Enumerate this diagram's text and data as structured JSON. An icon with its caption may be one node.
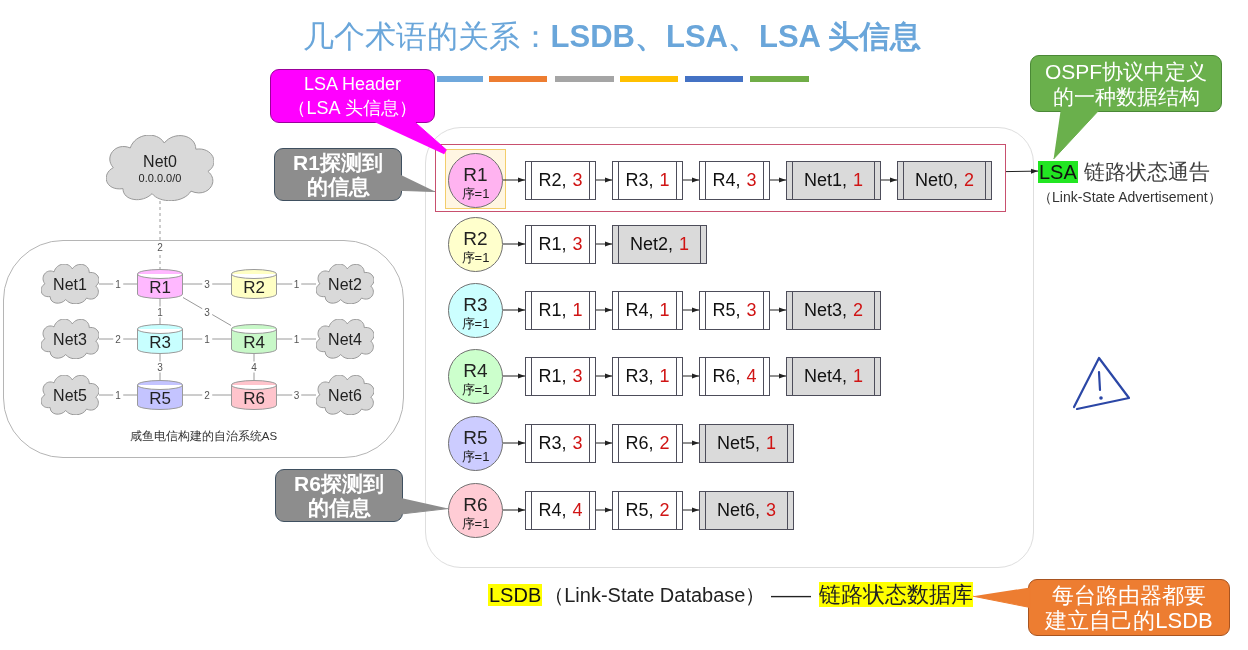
{
  "diagram": {
    "title": "几个术语的关系：**LSDB、LSA、LSA 头信息**",
    "nodes": [
      {
        "text": [
          "LSA Header",
          "（LSA 头信息）"
        ]
      },
      {
        "text": [
          "OSPF协议中定义的一种数据结构"
        ]
      },
      {
        "text": [
          "Net0",
          "0.0.0.0/0"
        ]
      },
      {
        "text": [
          "咸鱼电信构建的自治系统AS"
        ]
      },
      {
        "text": [
          "Net1"
        ],
        "in": 3
      },
      {
        "text": [
          "R1"
        ],
        "in": 3
      },
      {
        "text": [
          "R2"
        ],
        "in": 3
      },
      {
        "text": [
          "Net2"
        ],
        "in": 3
      },
      {
        "text": [
          "Net3"
        ],
        "in": 3
      },
      {
        "text": [
          "R3"
        ],
        "in": 3
      },
      {
        "text": [
          "R4"
        ],
        "in": 3
      },
      {
        "text": [
          "Net4"
        ],
        "in": 3
      },
      {
        "text": [
          "Net5"
        ],
        "in": 3
      },
      {
        "text": [
          "R5"
        ],
        "in": 3
      },
      {
        "text": [
          "R6"
        ],
        "in": 3
      },
      {
        "text": [
          "Net6"
        ],
        "in": 3
      },
      {
        "text": [
          "R1探测到的信息"
        ]
      },
      {
        "text": [
          "R6探测到的信息"
        ]
      },
      {
        "text": [],
        "shape": "box"
      },
      {
        "text": [],
        "shape": "box",
        "in": 18
      },
      {
        "text": [],
        "shape": "box",
        "in": 19
      },
      {
        "text": [
          "R1",
          "序=1"
        ],
        "in": 20
      },
      {
        "text": [
          "R2,",
          "3"
        ],
        "in": 19
      },
      {
        "text": [
          "R3,",
          "1"
        ],
        "in": 19
      },
      {
        "text": [
          "R4,",
          "3"
        ],
        "in": 19
      },
      {
        "text": [
          "Net1,",
          "1"
        ],
        "in": 19
      },
      {
        "text": [
          "Net0,",
          "2"
        ],
        "in": 19
      },
      {
        "text": [
          "R2",
          "序=1"
        ],
        "in": 18
      },
      {
        "text": [
          "R1,",
          "3"
        ],
        "in": 18
      },
      {
        "text": [
          "Net2,",
          "1"
        ],
        "in": 18
      },
      {
        "text": [
          "R3",
          "序=1"
        ],
        "in": 18
      },
      {
        "text": [
          "R1,",
          "1"
        ],
        "in": 18
      },
      {
        "text": [
          "R4,",
          "1"
        ],
        "in": 18
      },
      {
        "text": [
          "R5,",
          "3"
        ],
        "in": 18
      },
      {
        "text": [
          "Net3,",
          "2"
        ],
        "in": 18
      },
      {
        "text": [
          "R4",
          "序=1"
        ],
        "in": 18
      },
      {
        "text": [
          "R1,",
          "3"
        ],
        "in": 18
      },
      {
        "text": [
          "R3,",
          "1"
        ],
        "in": 18
      },
      {
        "text": [
          "R6,",
          "4"
        ],
        "in": 18
      },
      {
        "text": [
          "Net4,",
          "1"
        ],
        "in": 18
      },
      {
        "text": [
          "R5",
          "序=1"
        ],
        "in": 18
      },
      {
        "text": [
          "R3,",
          "3"
        ],
        "in": 18
      },
      {
        "text": [
          "R6,",
          "2"
        ],
        "in": 18
      },
      {
        "text": [
          "Net5,",
          "1"
        ],
        "in": 18
      },
      {
        "text": [
          "R6",
          "序=1"
        ],
        "in": 18
      },
      {
        "text": [
          "R4,",
          "4"
        ],
        "in": 18
      },
      {
        "text": [
          "R5,",
          "2"
        ],
        "in": 18
      },
      {
        "text": [
          "Net6,",
          "3"
        ],
        "in": 18
      },
      {
        "text": [
          "LSA",
          "链路状态通告",
          "（Link-State Advertisement）"
        ]
      },
      {
        "text": [
          "LSDB",
          "（Link-State Database） ——",
          "链路状态数据库"
        ]
      },
      {
        "text": [
          "每台路由器都要建立自己的LSDB"
        ]
      }
    ],
    "edges": [
      {
        "from": 2,
        "to": 5,
        "arrow": "none",
        "label": "2",
        "style": "dashed",
        "color": "#9a9a9a"
      },
      {
        "from": 4,
        "to": 5,
        "arrow": "none",
        "label": "1",
        "color": "#9a9a9a"
      },
      {
        "from": 5,
        "to": 6,
        "arrow": "none",
        "label": "3",
        "color": "#9a9a9a"
      },
      {
        "from": 6,
        "to": 7,
        "arrow": "none",
        "label": "1",
        "color": "#9a9a9a"
      },
      {
        "from": 5,
        "to": 9,
        "arrow": "none",
        "label": "1",
        "color": "#9a9a9a"
      },
      {
        "from": 5,
        "to": 10,
        "arrow": "none",
        "label": "3",
        "color": "#9a9a9a"
      },
      {
        "from": 8,
        "to": 9,
        "arrow": "none",
        "label": "2",
        "color": "#9a9a9a"
      },
      {
        "from": 9,
        "to": 10,
        "arrow": "none",
        "label": "1",
        "color": "#9a9a9a"
      },
      {
        "from": 10,
        "to": 11,
        "arrow": "none",
        "label": "1",
        "color": "#9a9a9a"
      },
      {
        "from": 9,
        "to": 13,
        "arrow": "none",
        "label": "3",
        "color": "#9a9a9a"
      },
      {
        "from": 10,
        "to": 14,
        "arrow": "none",
        "label": "4",
        "color": "#9a9a9a"
      },
      {
        "from": 12,
        "to": 13,
        "arrow": "none",
        "label": "1",
        "color": "#9a9a9a"
      },
      {
        "from": 13,
        "to": 14,
        "arrow": "none",
        "label": "2",
        "color": "#9a9a9a"
      },
      {
        "from": 14,
        "to": 15,
        "arrow": "none",
        "label": "3",
        "color": "#9a9a9a"
      },
      {
        "from": 21,
        "to": 22,
        "arrow": "to"
      },
      {
        "from": 22,
        "to": 23,
        "arrow": "to"
      },
      {
        "from": 23,
        "to": 24,
        "arrow": "to"
      },
      {
        "from": 24,
        "to": 25,
        "arrow": "to"
      },
      {
        "from": 25,
        "to": 26,
        "arrow": "to"
      },
      {
        "from": 27,
        "to": 28,
        "arrow": "to"
      },
      {
        "from": 28,
        "to": 29,
        "arrow": "to"
      },
      {
        "from": 30,
        "to": 31,
        "arrow": "to"
      },
      {
        "from": 31,
        "to": 32,
        "arrow": "to"
      },
      {
        "from": 32,
        "to": 33,
        "arrow": "to"
      },
      {
        "from": 33,
        "to": 34,
        "arrow": "to"
      },
      {
        "from": 35,
        "to": 36,
        "arrow": "to"
      },
      {
        "from": 36,
        "to": 37,
        "arrow": "to"
      },
      {
        "from": 37,
        "to": 38,
        "arrow": "to"
      },
      {
        "from": 38,
        "to": 39,
        "arrow": "to"
      },
      {
        "from": 40,
        "to": 41,
        "arrow": "to"
      },
      {
        "from": 41,
        "to": 42,
        "arrow": "to"
      },
      {
        "from": 42,
        "to": 43,
        "arrow": "to"
      },
      {
        "from": 44,
        "to": 45,
        "arrow": "to"
      },
      {
        "from": 45,
        "to": 46,
        "arrow": "to"
      },
      {
        "from": 46,
        "to": 47,
        "arrow": "to"
      },
      {
        "from": 0,
        "to": 20,
        "arrow": "none",
        "color": "#ff00ff"
      },
      {
        "from": 16,
        "to": 19,
        "arrow": "to",
        "color": "#8d8d8d"
      },
      {
        "from": 17,
        "to": 44,
        "arrow": "to",
        "color": "#8d8d8d"
      },
      {
        "from": 1,
        "to": 48,
        "arrow": "to",
        "color": "#6ab04c"
      },
      {
        "from": 50,
        "to": 49,
        "arrow": "to",
        "color": "#ed7d31"
      },
      {
        "from": 19,
        "to": 48,
        "arrow": "to"
      }
    ]
  }
}
